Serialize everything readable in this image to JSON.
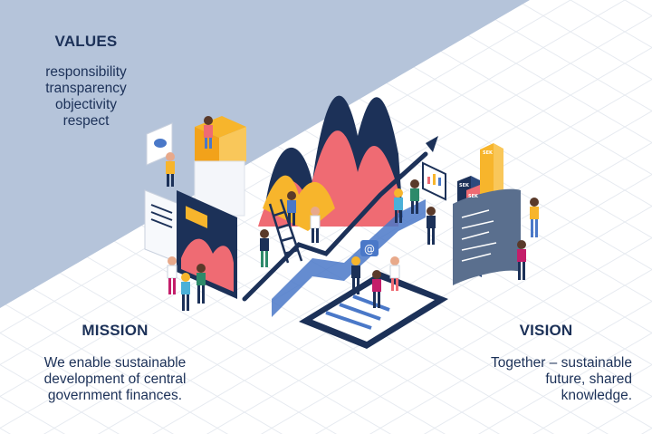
{
  "values": {
    "heading": "VALUES",
    "items": [
      "responsibility",
      "transparency",
      "objectivity",
      "respect"
    ]
  },
  "mission": {
    "heading": "MISSION",
    "lines": [
      "We enable sustainable",
      "development of central",
      "government finances."
    ]
  },
  "vision": {
    "heading": "VISION",
    "lines": [
      "Together – sustainable",
      "future, shared",
      "knowledge."
    ]
  },
  "illustration": {
    "bar_labels": [
      "SEK",
      "SEK",
      "SEK"
    ]
  },
  "colors": {
    "navy": "#1c3158",
    "steel_blue": "#b5c4da",
    "coral": "#ef6b73",
    "yellow": "#f7b52c",
    "blue": "#4a78c8",
    "grid": "#e4e8ef"
  }
}
